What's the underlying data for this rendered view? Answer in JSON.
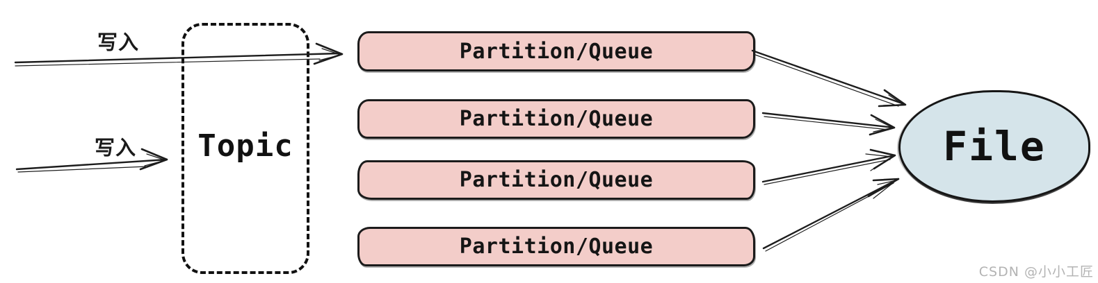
{
  "diagram": {
    "producers": {
      "write_label_1": "写入",
      "write_label_2": "写入"
    },
    "topic": {
      "label": "Topic"
    },
    "partitions": [
      {
        "label": "Partition/Queue"
      },
      {
        "label": "Partition/Queue"
      },
      {
        "label": "Partition/Queue"
      },
      {
        "label": "Partition/Queue"
      }
    ],
    "file": {
      "label": "File"
    },
    "watermark": "CSDN @小小工匠",
    "colors": {
      "partition_fill": "#f3cdc9",
      "file_fill": "#d5e4ea",
      "stroke": "#1d1d1d",
      "watermark_text": "#b3b3b3"
    }
  }
}
